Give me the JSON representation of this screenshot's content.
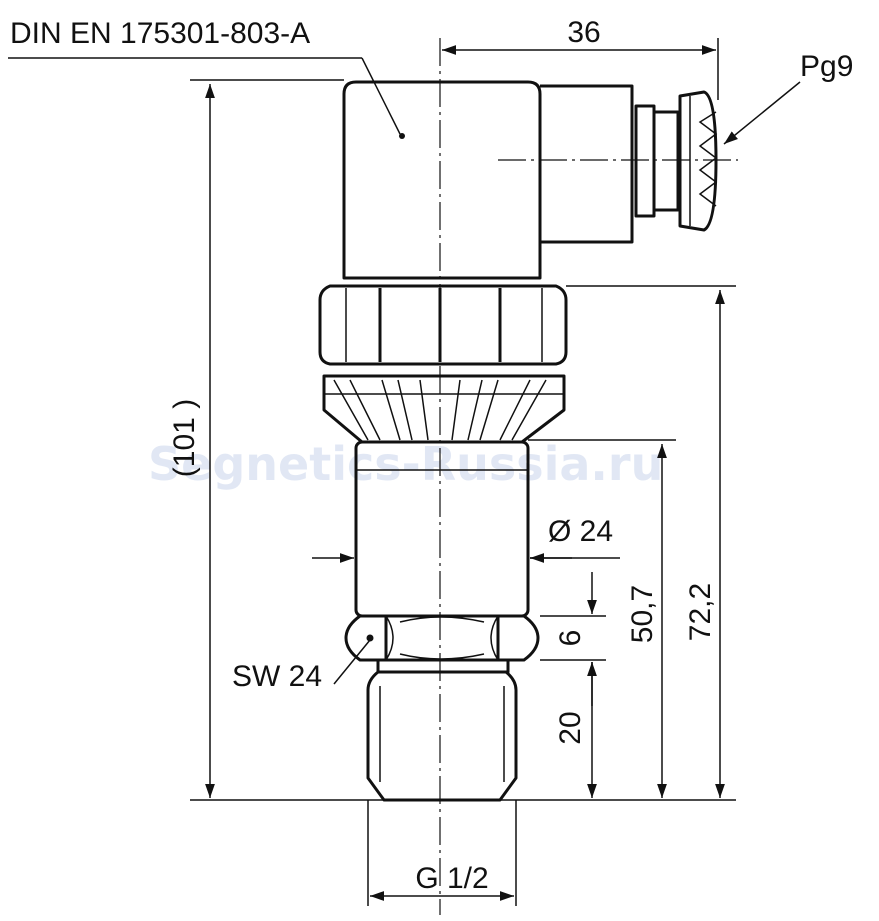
{
  "drawing": {
    "standard_label": "DIN EN 175301-803-A",
    "dim_top_width": "36",
    "cable_gland": "Pg9",
    "dim_overall_height": "(101 )",
    "dim_diameter": "Ø 24",
    "dim_hex_height": "6",
    "dim_body_height": "50,7",
    "dim_total_lower": "72,2",
    "wrench_size": "SW 24",
    "dim_thread_length": "20",
    "thread": "G 1/2",
    "watermark": "Segnetics-Russia.ru",
    "colors": {
      "line": "#111111",
      "watermark": "#c9d5ec",
      "background": "#ffffff"
    }
  }
}
